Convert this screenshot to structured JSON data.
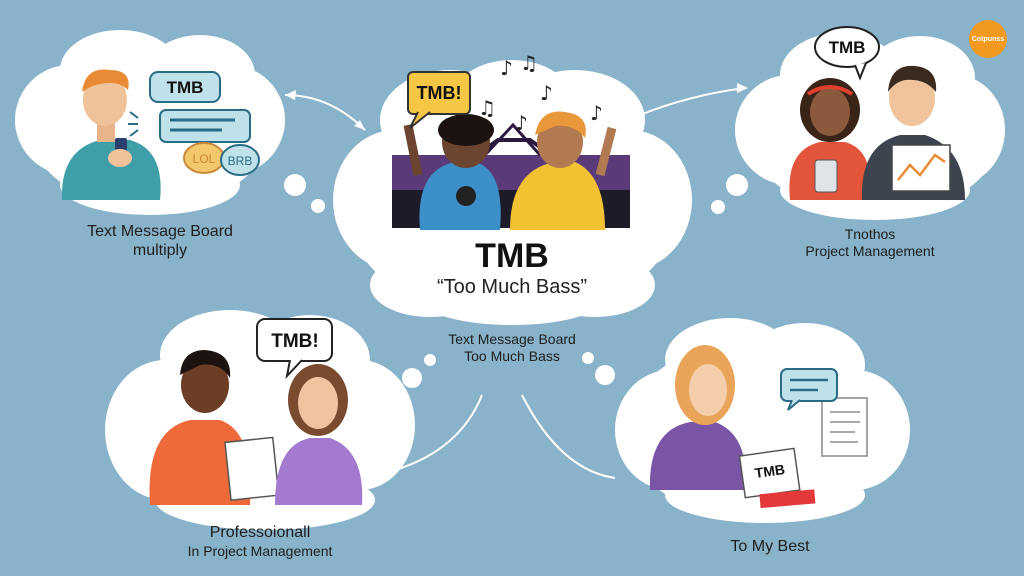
{
  "center": {
    "acronym": "TMB",
    "meaning": "“Too Much Bass”",
    "bubble": "TMB!"
  },
  "middle_caption": {
    "line1": "Text Message Board",
    "line2": "Too Much Bass"
  },
  "top_left": {
    "bubble": "TMB",
    "chip1": "LOL",
    "chip2": "BRB",
    "line1": "Text Message Board",
    "line2": "multiply"
  },
  "top_right": {
    "bubble": "TMB",
    "line1": "Tnothos",
    "line2": "Project Management"
  },
  "bottom_left": {
    "bubble": "TMB!",
    "line1": "Professoionall",
    "line2": "In Project Management"
  },
  "bottom_right": {
    "card": "TMB",
    "line1": "To My Best"
  },
  "badge": {
    "text": "Cotpunss"
  },
  "colors": {
    "background": "#88b3ca",
    "cloud": "#ffffff",
    "badge": "#f29a1f",
    "center_bubble": "#f6c744"
  }
}
